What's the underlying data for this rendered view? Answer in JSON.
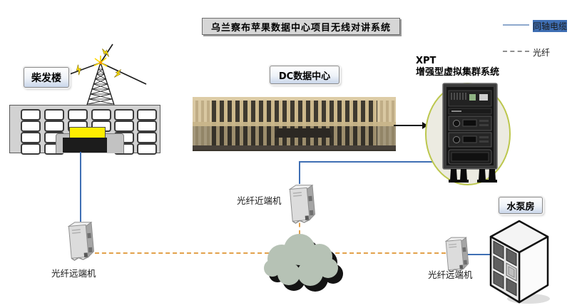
{
  "title": "乌兰察布苹果数据中心项目无线对讲系统",
  "legend": {
    "coax_label": "同轴电缆",
    "fiber_label": "光纤"
  },
  "labels": {
    "diesel_building": "柴发楼",
    "dc_datacenter": "DC数据中心",
    "xpt_title": "XPT",
    "xpt_subtitle": "增强型虚拟集群系统",
    "pump_house": "水泵房",
    "fiber_near_unit": "光纤近端机",
    "fiber_remote_left": "光纤远端机",
    "fiber_remote_right": "光纤远端机"
  },
  "colors": {
    "coax_line": "#3f6fb4",
    "fiber_line": "#e2a14b",
    "legend_coax_line": "#8ea9cd",
    "legend_fiber_line": "#8f8f8f",
    "highlight_yellow": "#ffee00",
    "cloud_fill": "#b6c2b5",
    "rack_halo_stroke": "#bcc74d"
  }
}
